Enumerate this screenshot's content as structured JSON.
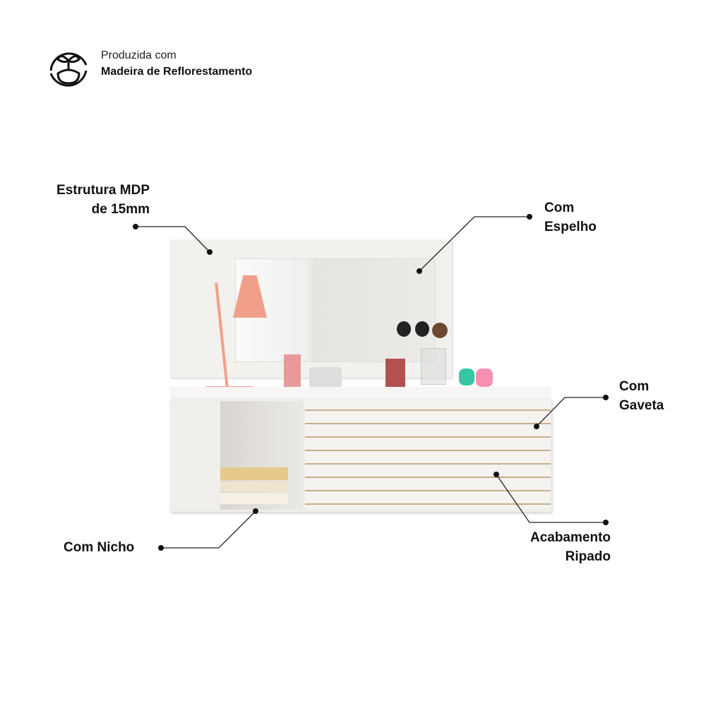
{
  "badge": {
    "line1": "Produzida com",
    "line2": "Madeira de Reflorestamento",
    "icon": "sprout-recycle-icon"
  },
  "callouts": {
    "estrutura": {
      "line1": "Estrutura MDP",
      "line2": "de 15mm"
    },
    "espelho": {
      "line1": "Com",
      "line2": "Espelho"
    },
    "gaveta": {
      "line1": "Com",
      "line2": "Gaveta"
    },
    "ripado": {
      "line1": "Acabamento",
      "line2": "Ripado"
    },
    "nicho": {
      "line1": "Com Nicho"
    }
  },
  "colors": {
    "furniture": "#f3f1ee",
    "slat": "#c9ad8a",
    "lamp": "#f0a08a",
    "line": "#222222"
  }
}
